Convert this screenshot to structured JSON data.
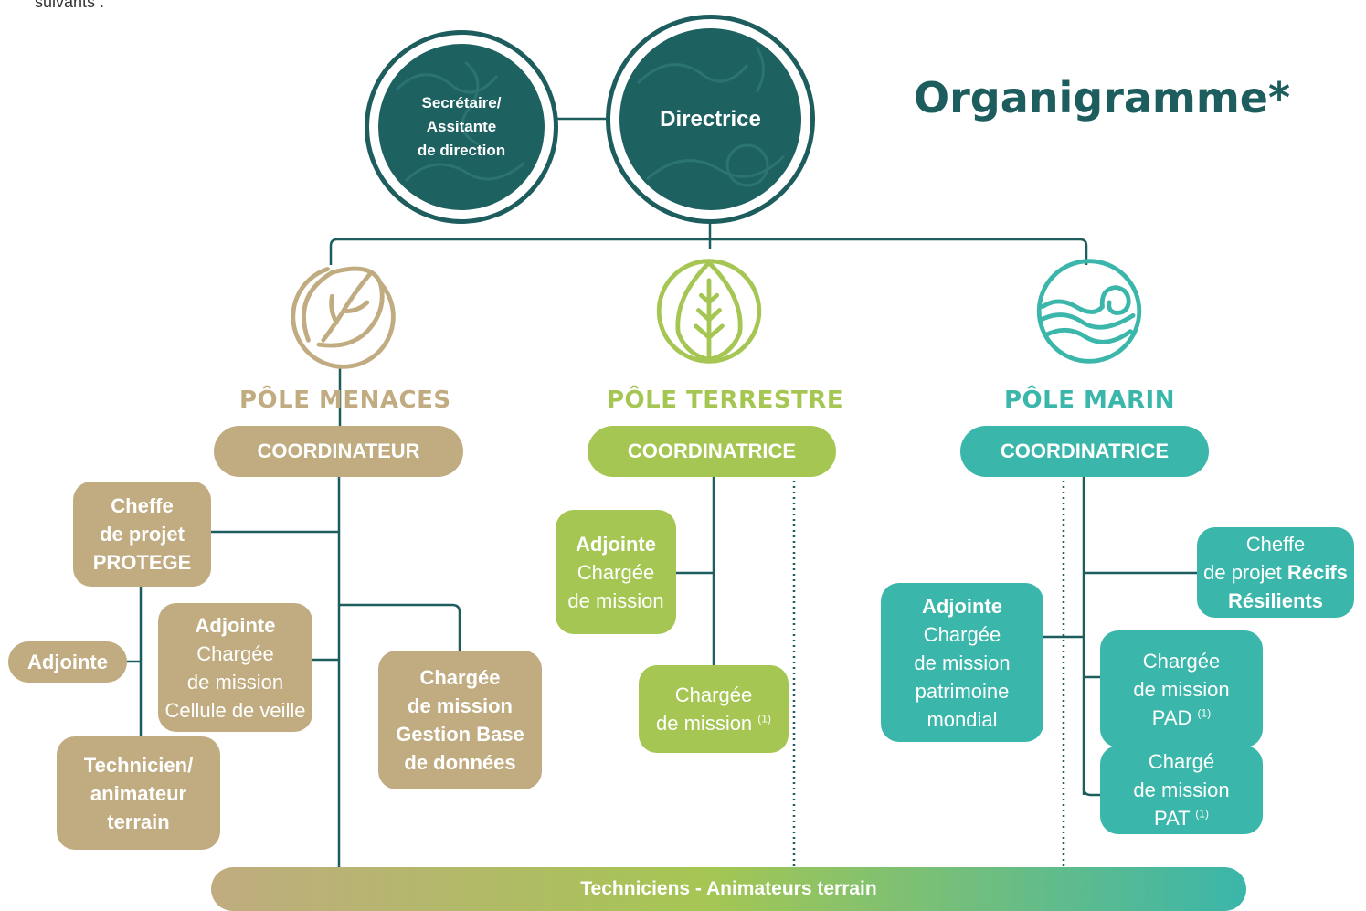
{
  "caption": "suivants :",
  "title": "Organigramme*",
  "leadership": {
    "assistant": [
      "Secrétaire/",
      "Assitante",
      "de direction"
    ],
    "director": "Directrice"
  },
  "poles": {
    "menaces": {
      "title": "PÔLE MENACES",
      "color": "#c0ac80",
      "coordinator": "COORDINATEUR",
      "project_lead": [
        "Cheffe",
        "de projet",
        "PROTEGE"
      ],
      "side_deputy": "Adjointe",
      "deputy": {
        "title": "Adjointe",
        "lines": [
          "Chargée",
          "de mission",
          "Cellule de veille"
        ]
      },
      "technician": [
        "Technicien/",
        "animateur",
        "terrain"
      ],
      "database": [
        "Chargée",
        "de mission",
        "Gestion Base",
        "de données"
      ]
    },
    "terrestre": {
      "title": "PÔLE TERRESTRE",
      "color": "#a5c653",
      "coordinator": "COORDINATRICE",
      "deputy": {
        "title": "Adjointe",
        "lines": [
          "Chargée",
          "de mission"
        ]
      },
      "officer": {
        "lines": [
          "Chargée",
          "de mission"
        ],
        "note": "(1)"
      }
    },
    "marin": {
      "title": "PÔLE MARIN",
      "color": "#3bb6aa",
      "coordinator": "COORDINATRICE",
      "project_lead": {
        "line1": "Cheffe",
        "line2_prefix": "de projet ",
        "line2_bold": "Récifs",
        "line3_bold": "Résilients"
      },
      "deputy": {
        "title": "Adjointe",
        "lines": [
          "Chargée",
          "de mission",
          "patrimoine",
          "mondial"
        ]
      },
      "pad": {
        "lines": [
          "Chargée",
          "de mission",
          "PAD"
        ],
        "note": "(1)"
      },
      "pat": {
        "lines": [
          "Chargé",
          "de mission",
          "PAT"
        ],
        "note": "(1)"
      }
    }
  },
  "footer": "Techniciens - Animateurs terrain"
}
